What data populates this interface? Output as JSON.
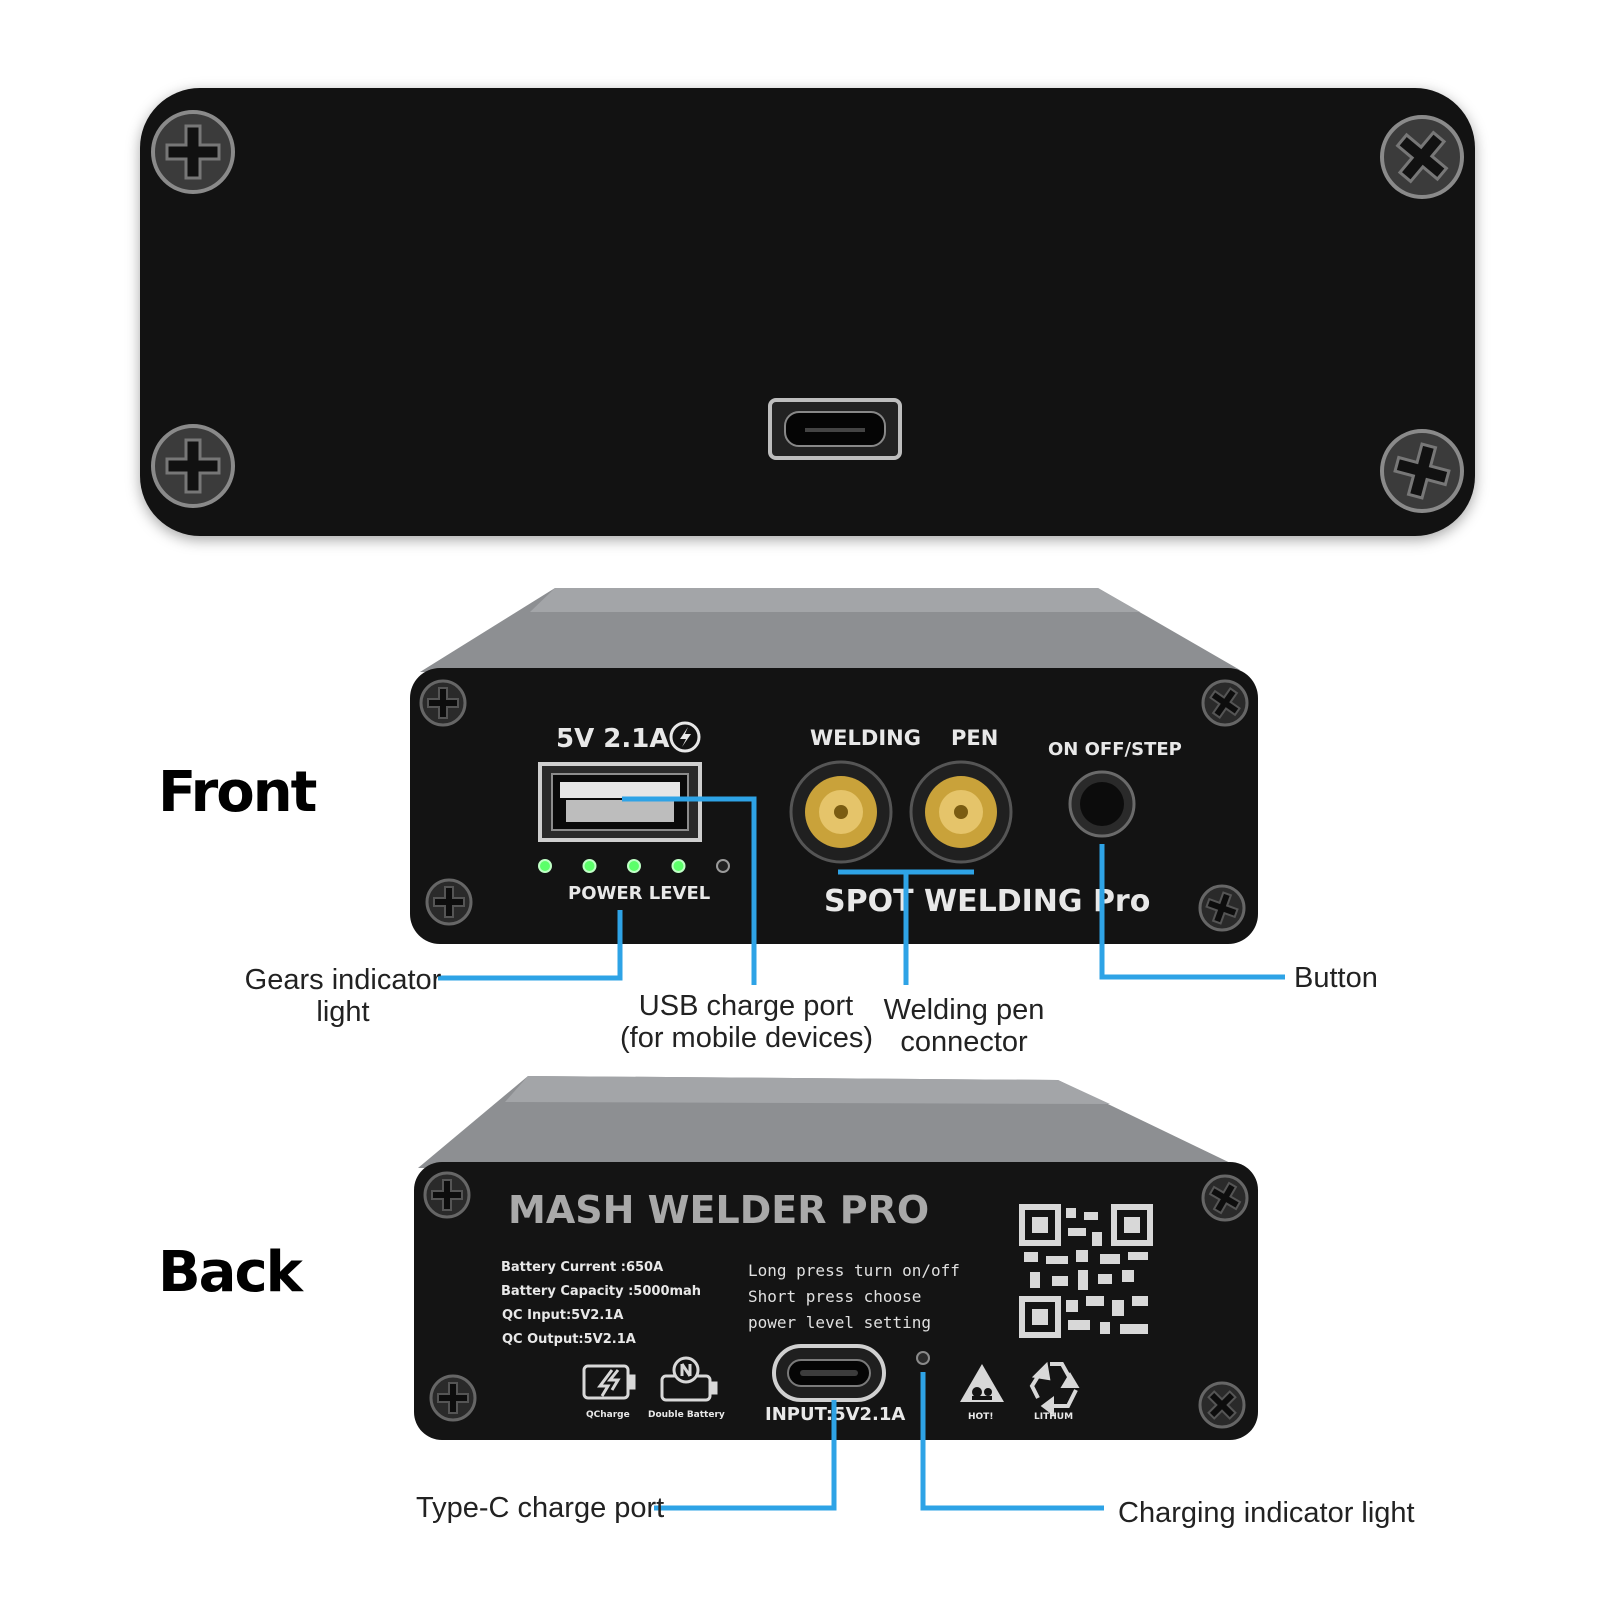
{
  "labels": {
    "front": "Front",
    "back": "Back"
  },
  "front_panel": {
    "usb_rating": "5V 2.1A",
    "power_level": "POWER LEVEL",
    "welding": "WELDING",
    "pen": "PEN",
    "on_off_step": "ON OFF/STEP",
    "brand_line": "SPOT WELDING Pro",
    "power_leds_lit": 4,
    "power_leds_total": 5
  },
  "back_panel": {
    "title": "MASH WELDER PRO",
    "specs": [
      "Battery Current :650A",
      "Battery Capacity :5000mah",
      "QC Input:5V2.1A",
      "QC Output:5V2.1A"
    ],
    "instructions": [
      "Long press turn on/off",
      "Short press choose",
      "power level setting"
    ],
    "input_label": "INPUT:5V2.1A",
    "icon_labels": {
      "qcharge": "QCharge",
      "double_battery": "Double Battery",
      "hot": "HOT!",
      "lithium": "LITHUM"
    }
  },
  "callouts": {
    "gears_line1": "Gears indicator",
    "gears_line2": "light",
    "usb_line1": "USB charge port",
    "usb_line2": "(for mobile devices)",
    "welding_line1": "Welding pen",
    "welding_line2": "connector",
    "button": "Button",
    "typec": "Type-C charge port",
    "charging": "Charging indicator light"
  },
  "colors": {
    "callout_line": "#2ea3e6",
    "panel": "#111111",
    "case_top": "#8d8f92",
    "led_on": "#5cff6a",
    "brass": "#c9a23a"
  },
  "icons": [
    "screw-icon",
    "micro-usb-port-icon",
    "usb-a-port-icon",
    "lightning-icon",
    "usb-c-port-icon",
    "qr-code-icon",
    "recycle-icon",
    "hot-warning-icon",
    "qcharge-icon",
    "double-battery-icon"
  ]
}
